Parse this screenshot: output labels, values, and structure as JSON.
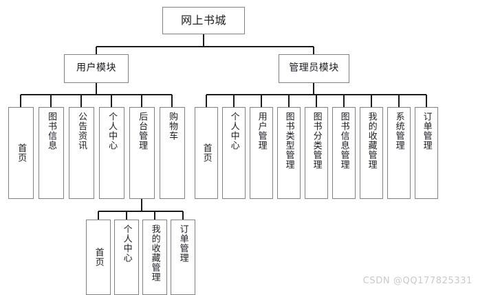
{
  "title": "网上书城",
  "watermark": "CSDN @QQ177825331",
  "colors": {
    "box_border": "#808080",
    "line": "#1a1a1a",
    "text": "#1a1a20",
    "background": "#ffffff",
    "watermark": "#c9c9c9"
  },
  "root": {
    "label": "网上书城"
  },
  "level2": [
    {
      "label": "用户模块"
    },
    {
      "label": "管理员模块"
    }
  ],
  "user_module_children": [
    {
      "label": "首页"
    },
    {
      "label": "图书信息"
    },
    {
      "label": "公告资讯"
    },
    {
      "label": "个人中心"
    },
    {
      "label": "后台管理"
    },
    {
      "label": "购物车"
    }
  ],
  "admin_module_children": [
    {
      "label": "首页"
    },
    {
      "label": "个人中心"
    },
    {
      "label": "用户管理"
    },
    {
      "label": "图书类型管理"
    },
    {
      "label": "图书分类管理"
    },
    {
      "label": "图书信息管理"
    },
    {
      "label": "我的收藏管理"
    },
    {
      "label": "系统管理"
    },
    {
      "label": "订单管理"
    }
  ],
  "backend_children": [
    {
      "label": "首页"
    },
    {
      "label": "个人中心"
    },
    {
      "label": "我的收藏管理"
    },
    {
      "label": "订单管理"
    }
  ]
}
